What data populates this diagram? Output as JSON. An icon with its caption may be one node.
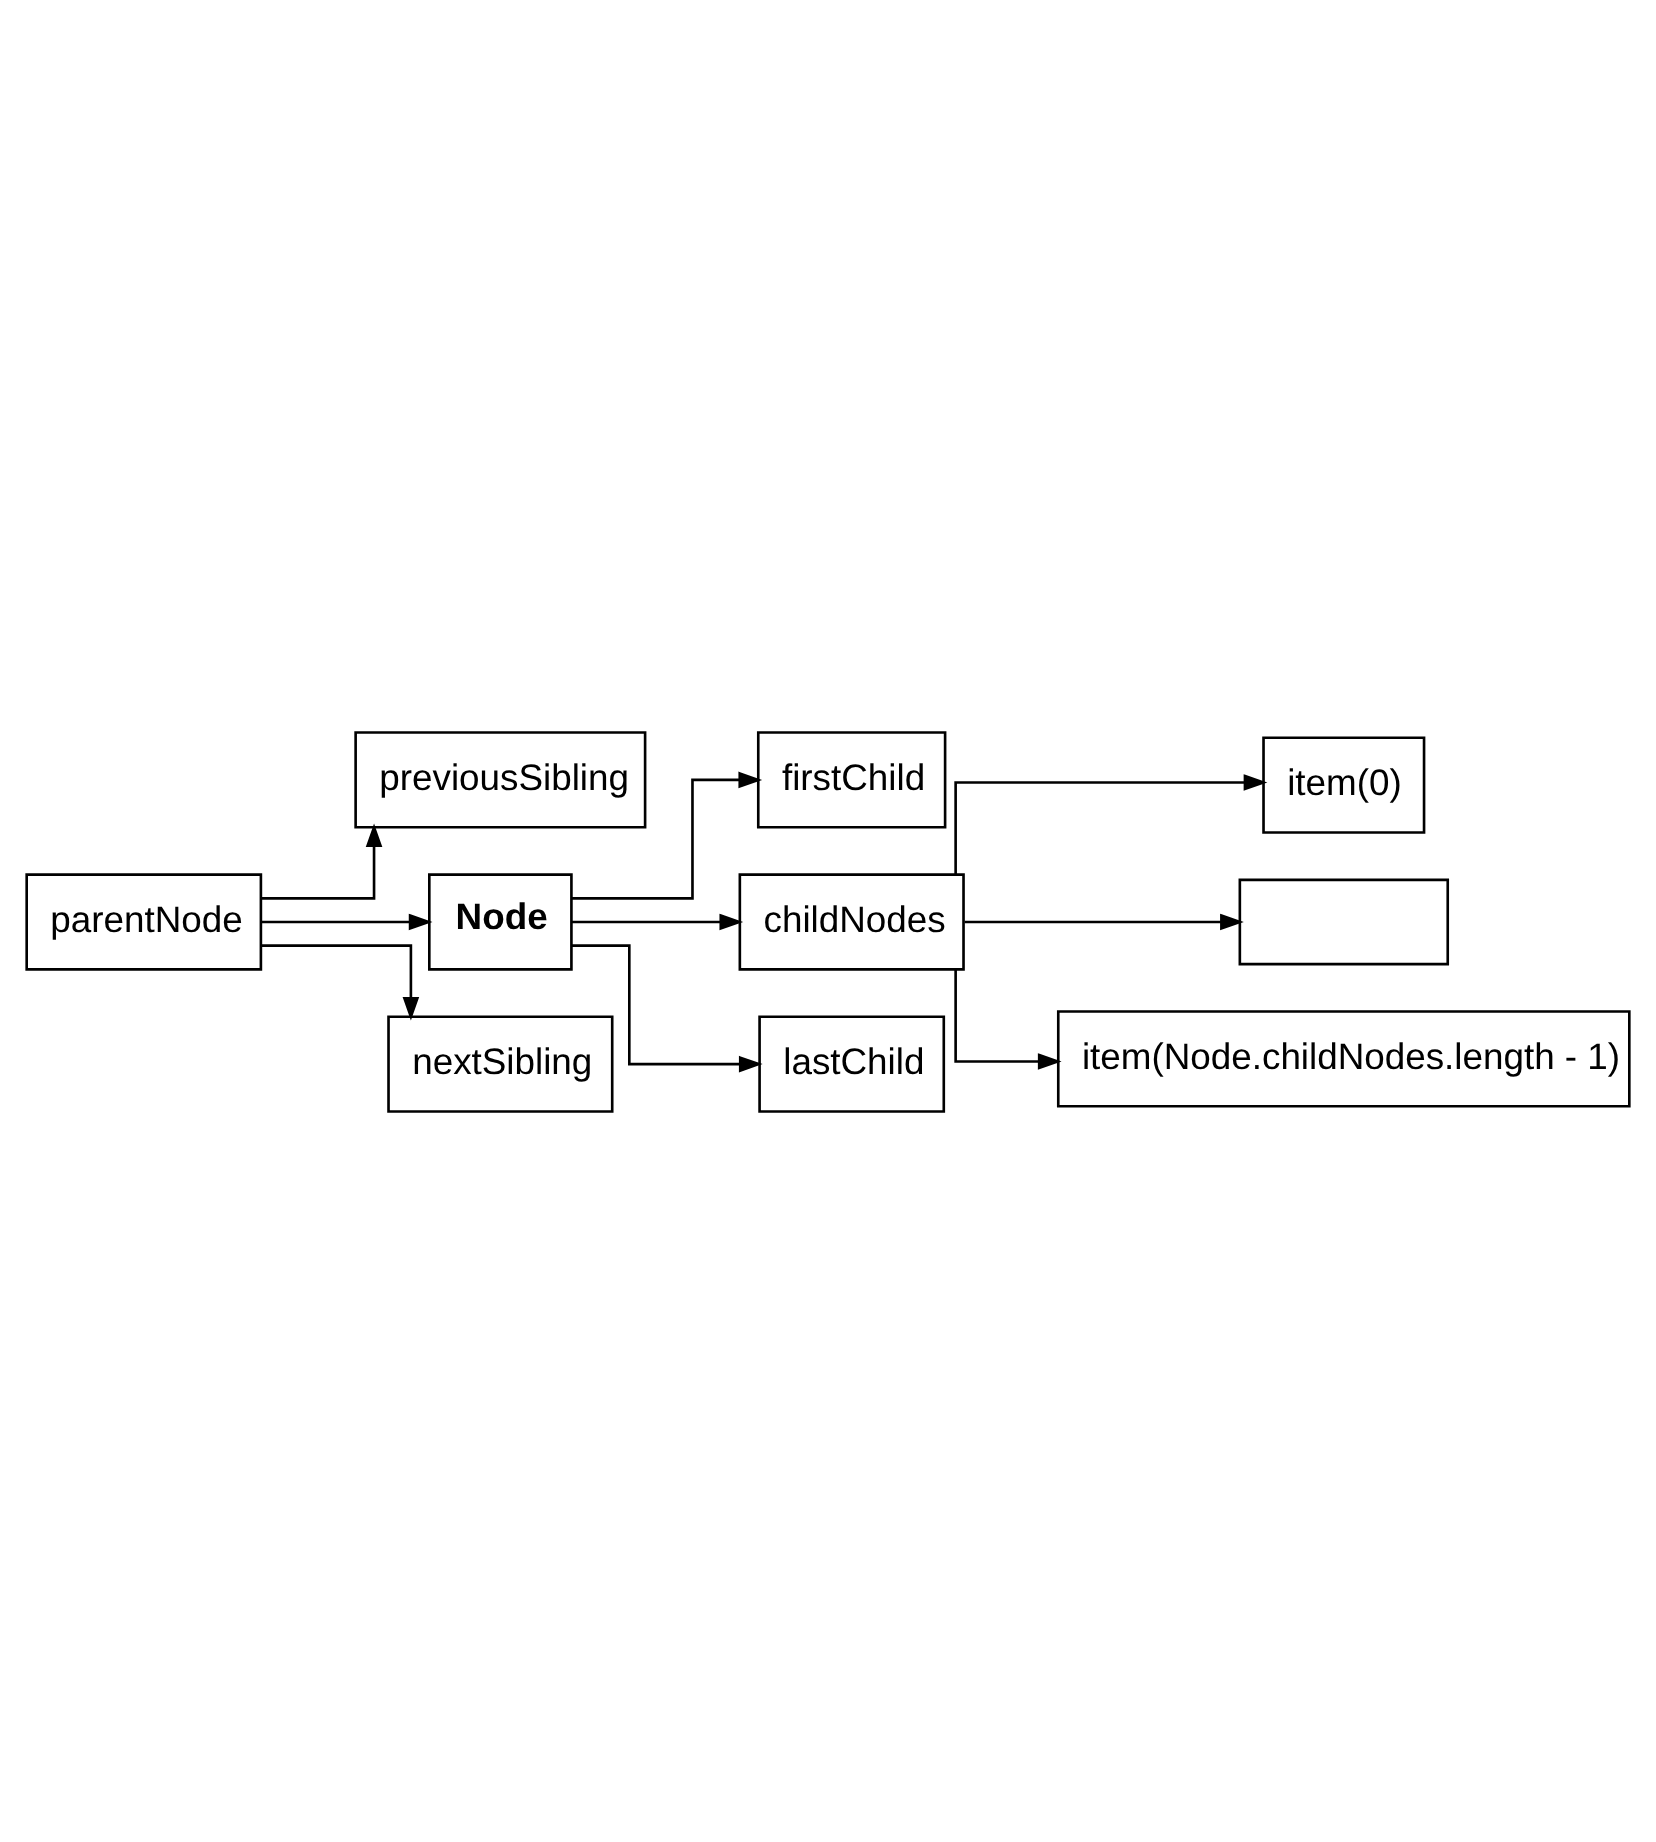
{
  "diagram": {
    "nodes": [
      {
        "text": [
          "parentNode"
        ]
      },
      {
        "text": [
          "previousSibling"
        ]
      },
      {
        "text": [
          "Node"
        ]
      },
      {
        "text": [
          "firstChild"
        ]
      },
      {
        "text": [
          "childNodes"
        ]
      },
      {
        "text": [
          "item(0)"
        ]
      },
      {
        "text": [],
        "shape": "box"
      },
      {
        "text": [
          "item(Node.childNodes.length - 1)"
        ]
      },
      {
        "text": [
          "lastChild"
        ]
      },
      {
        "text": [
          "nextSibling"
        ]
      }
    ],
    "edges": [
      {
        "from": 0,
        "to": 1,
        "arrow": "to"
      },
      {
        "from": 0,
        "to": 2,
        "arrow": "to"
      },
      {
        "from": 2,
        "to": 3,
        "arrow": "to"
      },
      {
        "from": 2,
        "to": 4,
        "arrow": "to"
      },
      {
        "from": 4,
        "to": 5,
        "arrow": "to"
      },
      {
        "from": 4,
        "to": 6,
        "arrow": "to"
      },
      {
        "from": 4,
        "to": 7,
        "arrow": "to"
      },
      {
        "from": 2,
        "to": 8,
        "arrow": "to"
      },
      {
        "from": 0,
        "to": 9,
        "arrow": "to"
      }
    ]
  }
}
